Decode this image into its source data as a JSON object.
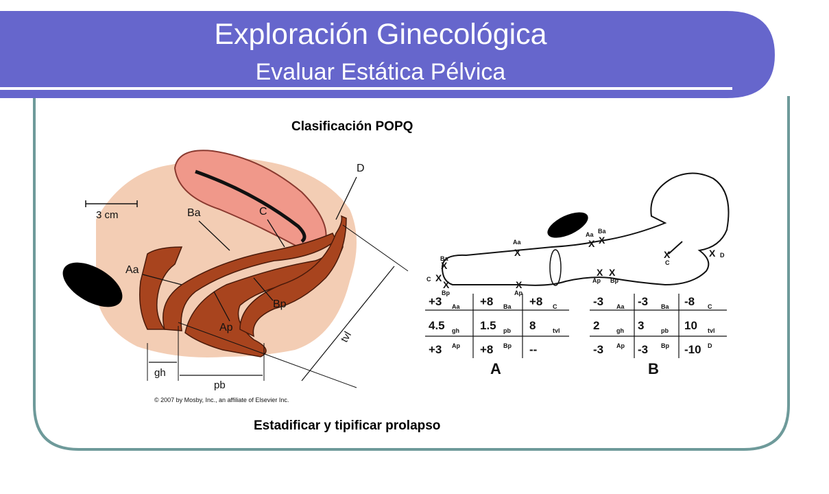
{
  "slide": {
    "title": "Exploración Ginecológica",
    "subtitle": "Evaluar Estática Pélvica",
    "caption_top": "Clasificación POPQ",
    "caption_bottom": "Estadificar y tipificar prolapso"
  },
  "left_figure": {
    "scale_label": "3 cm",
    "labels": {
      "D": "D",
      "C": "C",
      "Ba": "Ba",
      "Aa": "Aa",
      "Bp": "Bp",
      "Ap": "Ap",
      "gh": "gh",
      "pb": "pb",
      "tvl": "tvl"
    },
    "copyright": "© 2007 by Mosby, Inc., an affiliate of Elsevier Inc."
  },
  "right_figure": {
    "diagram_labels": {
      "Ba_top": "Ba",
      "Aa_top": "Aa",
      "Aa_mid": "Aa",
      "Ba_left": "Ba",
      "C_left": "C",
      "Bp_left": "Bp",
      "Ap_bottom": "Ap",
      "Ap_mid": "Ap",
      "Bp_mid": "Bp",
      "C_right": "C",
      "D_right": "D"
    },
    "table_A": {
      "label": "A",
      "rows": [
        [
          {
            "v": "+3",
            "s": "Aa"
          },
          {
            "v": "+8",
            "s": "Ba"
          },
          {
            "v": "+8",
            "s": "C"
          }
        ],
        [
          {
            "v": "4.5",
            "s": "gh"
          },
          {
            "v": "1.5",
            "s": "pb"
          },
          {
            "v": "8",
            "s": "tvl"
          }
        ],
        [
          {
            "v": "+3",
            "s": "Ap"
          },
          {
            "v": "+8",
            "s": "Bp"
          },
          {
            "v": "--",
            "s": ""
          }
        ]
      ]
    },
    "table_B": {
      "label": "B",
      "rows": [
        [
          {
            "v": "-3",
            "s": "Aa"
          },
          {
            "v": "-3",
            "s": "Ba"
          },
          {
            "v": "-8",
            "s": "C"
          }
        ],
        [
          {
            "v": "2",
            "s": "gh"
          },
          {
            "v": "3",
            "s": "pb"
          },
          {
            "v": "10",
            "s": "tvl"
          }
        ],
        [
          {
            "v": "-3",
            "s": "Ap"
          },
          {
            "v": "-3",
            "s": "Bp"
          },
          {
            "v": "-10",
            "s": "D"
          }
        ]
      ]
    }
  },
  "colors": {
    "header": "#6666cc",
    "frame": "#6e9a9a",
    "uterus": "#f0988a",
    "tissue": "#a8441e",
    "background_tissue": "#f3cdb4"
  }
}
